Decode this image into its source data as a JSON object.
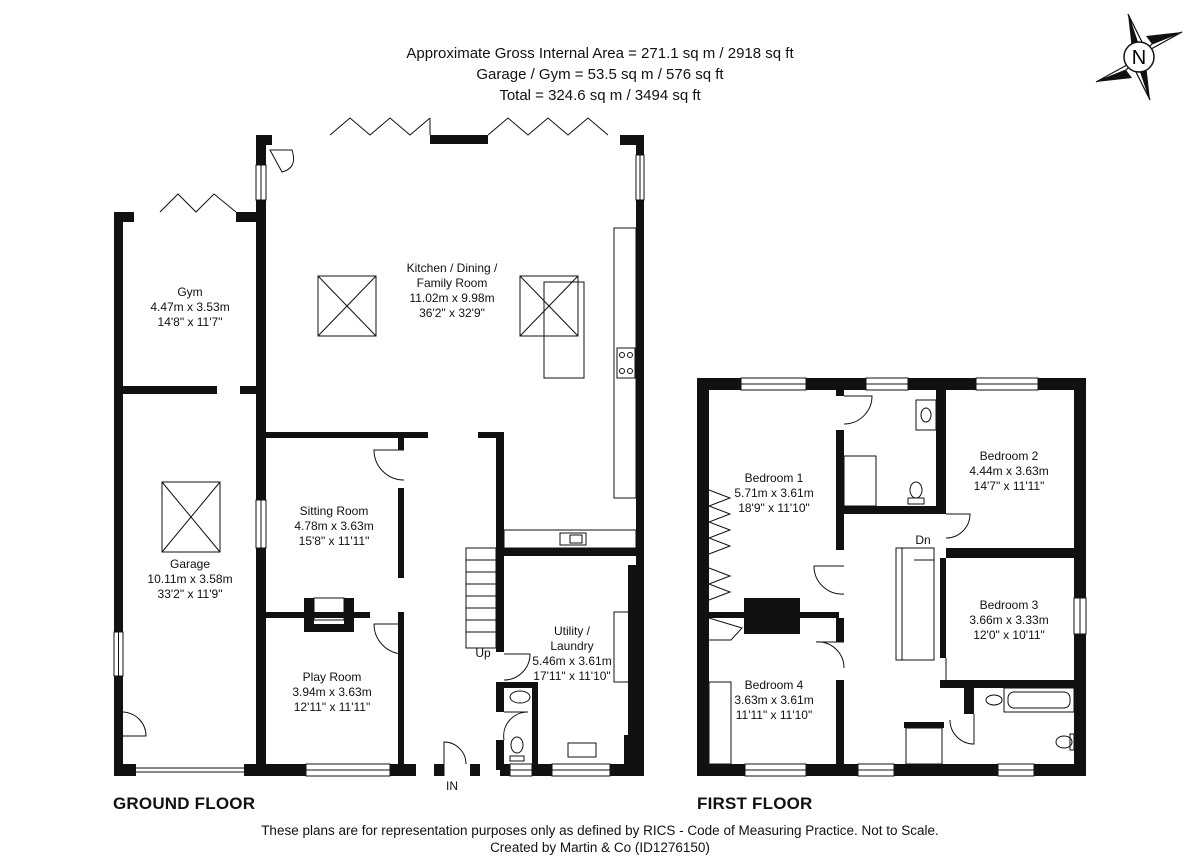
{
  "header": {
    "line1": "Approximate Gross Internal Area = 271.1 sq m / 2918 sq ft",
    "line2": "Garage / Gym = 53.5 sq m / 576 sq ft",
    "line3": "Total = 324.6 sq m / 3494 sq ft"
  },
  "compass": {
    "label": "N"
  },
  "ground_floor": {
    "label": "GROUND FLOOR",
    "markers": {
      "up": "Up",
      "entrance": "IN"
    },
    "rooms": {
      "kitchen": {
        "name1": "Kitchen / Dining /",
        "name2": "Family Room",
        "metric": "11.02m x 9.98m",
        "imperial": "36'2\" x 32'9\""
      },
      "gym": {
        "name": "Gym",
        "metric": "4.47m x 3.53m",
        "imperial": "14'8\" x 11'7\""
      },
      "garage": {
        "name": "Garage",
        "metric": "10.11m x 3.58m",
        "imperial": "33'2\" x 11'9\""
      },
      "sitting": {
        "name": "Sitting Room",
        "metric": "4.78m x 3.63m",
        "imperial": "15'8\" x 11'11\""
      },
      "play": {
        "name": "Play Room",
        "metric": "3.94m x 3.63m",
        "imperial": "12'11\" x 11'11\""
      },
      "utility": {
        "name1": "Utility /",
        "name2": "Laundry",
        "metric": "5.46m x 3.61m",
        "imperial": "17'11\" x 11'10\""
      }
    }
  },
  "first_floor": {
    "label": "FIRST FLOOR",
    "markers": {
      "down": "Dn"
    },
    "rooms": {
      "bed1": {
        "name": "Bedroom 1",
        "metric": "5.71m x 3.61m",
        "imperial": "18'9\" x 11'10\""
      },
      "bed2": {
        "name": "Bedroom 2",
        "metric": "4.44m x 3.63m",
        "imperial": "14'7\" x 11'11\""
      },
      "bed3": {
        "name": "Bedroom 3",
        "metric": "3.66m x 3.33m",
        "imperial": "12'0\" x 10'11\""
      },
      "bed4": {
        "name": "Bedroom 4",
        "metric": "3.63m x 3.61m",
        "imperial": "11'11\" x 11'10\""
      }
    }
  },
  "footer": {
    "line1": "These plans are for representation purposes only as defined by RICS - Code of Measuring Practice. Not to Scale.",
    "line2": "Created by Martin & Co (ID1276150)"
  }
}
